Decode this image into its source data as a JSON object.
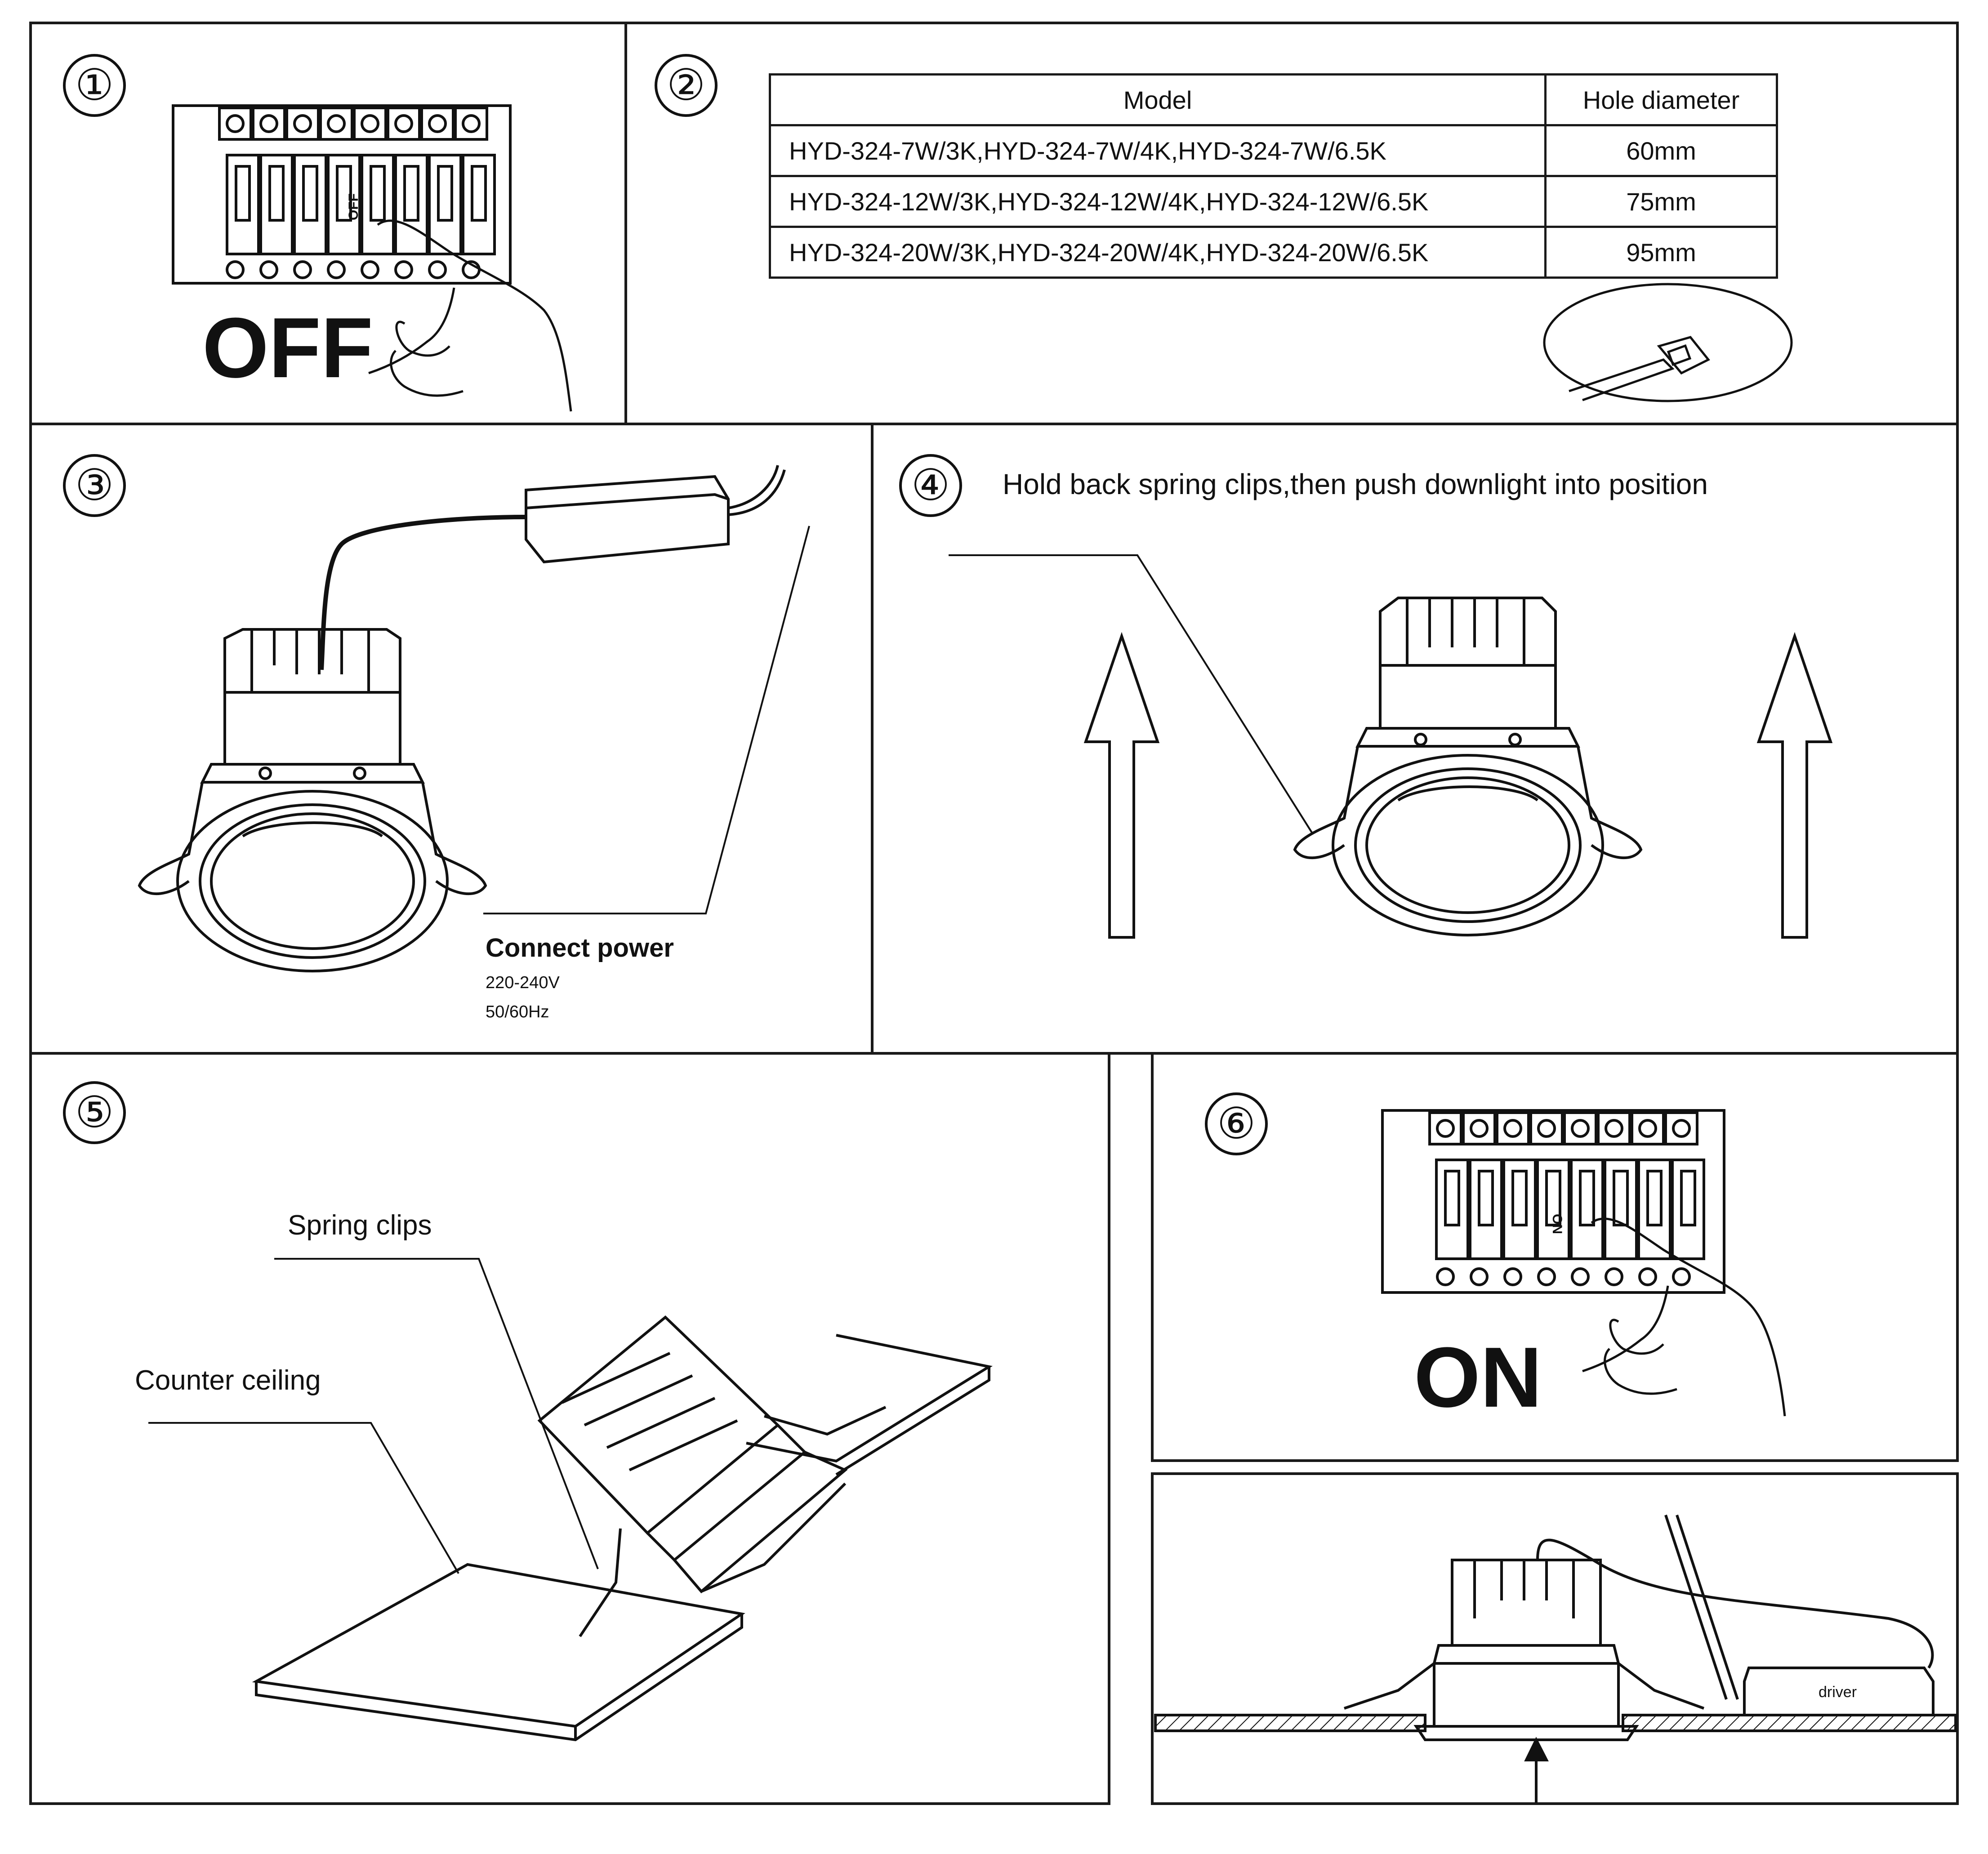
{
  "steps": {
    "s1": {
      "number": "①",
      "action": "OFF",
      "switch_label": "OFF"
    },
    "s2": {
      "number": "②",
      "table": {
        "headers": [
          "Model",
          "Hole diameter"
        ],
        "rows": [
          {
            "model": "HYD-324-7W/3K,HYD-324-7W/4K,HYD-324-7W/6.5K",
            "diameter": "60mm"
          },
          {
            "model": "HYD-324-12W/3K,HYD-324-12W/4K,HYD-324-12W/6.5K",
            "diameter": "75mm"
          },
          {
            "model": "HYD-324-20W/3K,HYD-324-20W/4K,HYD-324-20W/6.5K",
            "diameter": "95mm"
          }
        ]
      }
    },
    "s3": {
      "number": "③",
      "label": "Connect power",
      "voltage": "220-240V",
      "frequency": "50/60Hz"
    },
    "s4": {
      "number": "④",
      "instruction": "Hold back spring clips,then push downlight into position"
    },
    "s5": {
      "number": "⑤",
      "spring_label": "Spring clips",
      "ceiling_label": "Counter ceiling"
    },
    "s6": {
      "number": "⑥",
      "action": "ON",
      "switch_label": "ON"
    },
    "s7": {
      "driver_label": "driver"
    }
  },
  "icons": [
    "hand-pointing-icon",
    "breaker-panel-icon",
    "hole-saw-icon",
    "downlight-icon",
    "driver-box-icon",
    "up-arrow-icon"
  ]
}
